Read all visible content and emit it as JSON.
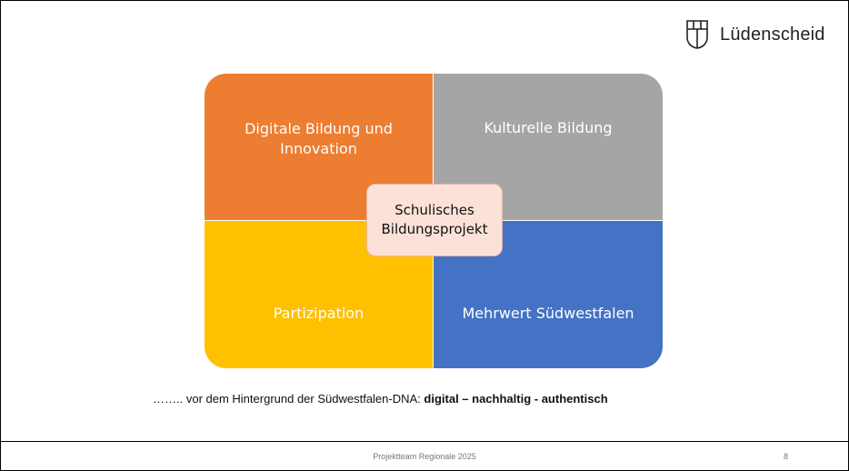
{
  "logo": {
    "text": "Lüdenscheid",
    "icon": "city-crest-icon"
  },
  "quadrants": {
    "top_left": {
      "label": "Digitale Bildung und Innovation",
      "color": "#ed7d31"
    },
    "top_right": {
      "label": "Kulturelle Bildung",
      "color": "#a5a5a5"
    },
    "bottom_left": {
      "label": "Partizipation",
      "color": "#ffc000"
    },
    "bottom_right": {
      "label": "Mehrwert Südwestfalen",
      "color": "#4472c4"
    }
  },
  "center": {
    "line1": "Schulisches",
    "line2": "Bildungsprojekt",
    "color": "#fbe1d7"
  },
  "caption": {
    "prefix": "…….. vor dem Hintergrund der Südwestfalen-DNA: ",
    "emphasis": "digital – nachhaltig - authentisch"
  },
  "footer": {
    "text": "Projektteam Regionale 2025",
    "page_number": "8"
  }
}
